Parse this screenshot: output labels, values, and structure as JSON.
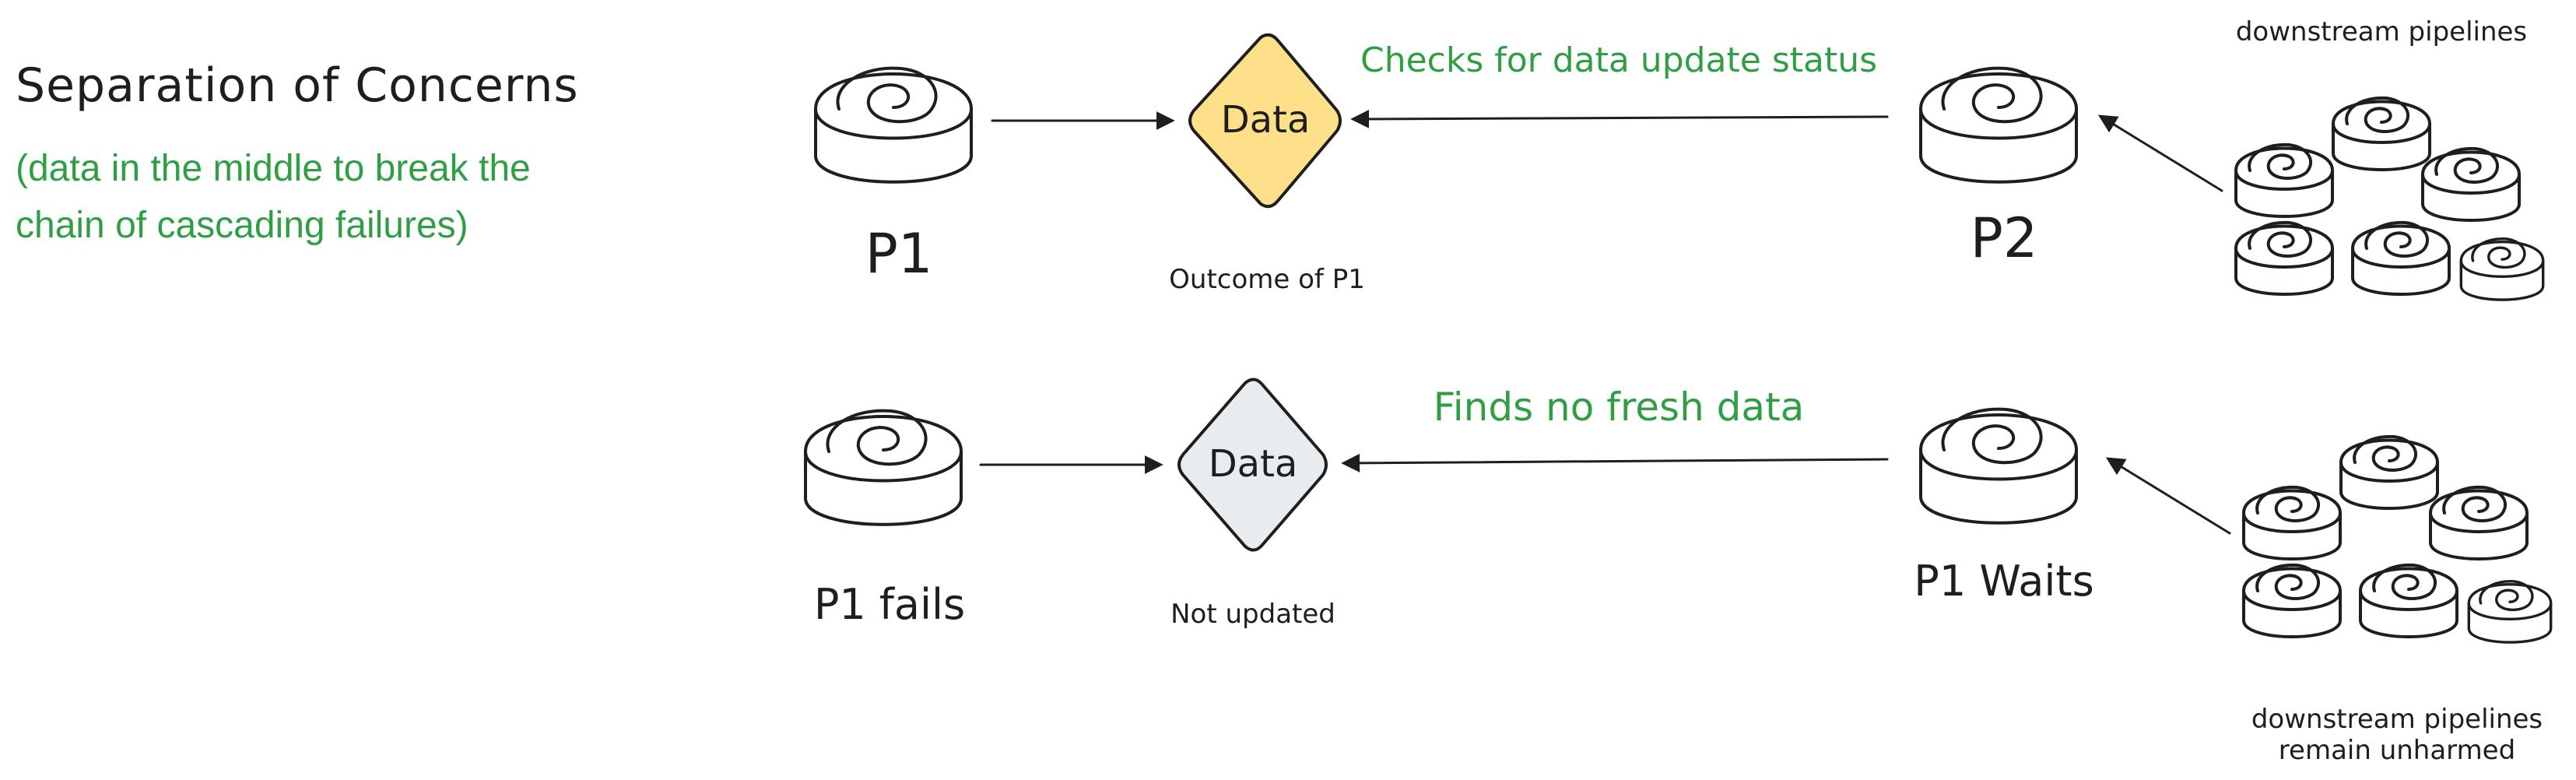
{
  "title": "Separation of Concerns",
  "subtitle_line1": "(data in the middle to break the",
  "subtitle_line2": "chain of cascading failures)",
  "top_row": {
    "source_label": "P1",
    "data_label": "Data",
    "data_caption": "Outcome of P1",
    "check_label": "Checks for data update status",
    "consumer_label": "P2",
    "downstream_label": "downstream pipelines",
    "data_color": "#ffe08a"
  },
  "bottom_row": {
    "source_label": "P1 fails",
    "data_label": "Data",
    "data_caption": "Not updated",
    "check_label": "Finds no fresh data",
    "consumer_label": "P1 Waits",
    "downstream_label_line1": "downstream pipelines",
    "downstream_label_line2": "remain unharmed",
    "data_color": "#e9ecef"
  },
  "colors": {
    "ink": "#1e1e1e",
    "accent_green": "#2f9e44"
  }
}
